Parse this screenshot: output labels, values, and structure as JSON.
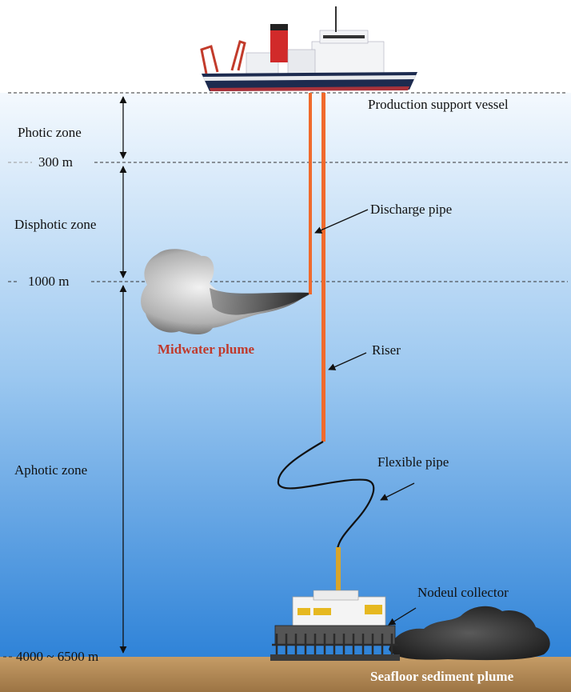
{
  "zones": {
    "photic": "Photic zone",
    "disphotic": "Disphotic zone",
    "aphotic": "Aphotic zone"
  },
  "depths": {
    "d300": "300 m",
    "d1000": "1000 m",
    "d_floor": "4000 ~ 6500 m"
  },
  "components": {
    "vessel": "Production support vessel",
    "discharge_pipe": "Discharge pipe",
    "riser": "Riser",
    "flexible_pipe": "Flexible pipe",
    "collector": "Nodeul collector"
  },
  "plumes": {
    "midwater": "Midwater plume",
    "seafloor": "Seafloor sediment plume"
  },
  "colors": {
    "sea_top": "#f4f9fe",
    "sea_bottom": "#2f83d8",
    "seafloor": "#b58d5a",
    "pipe": "#f06a2c",
    "midwater_label": "#c0392b",
    "hull": "#1d2b4f",
    "funnel": "#d12a2a"
  }
}
